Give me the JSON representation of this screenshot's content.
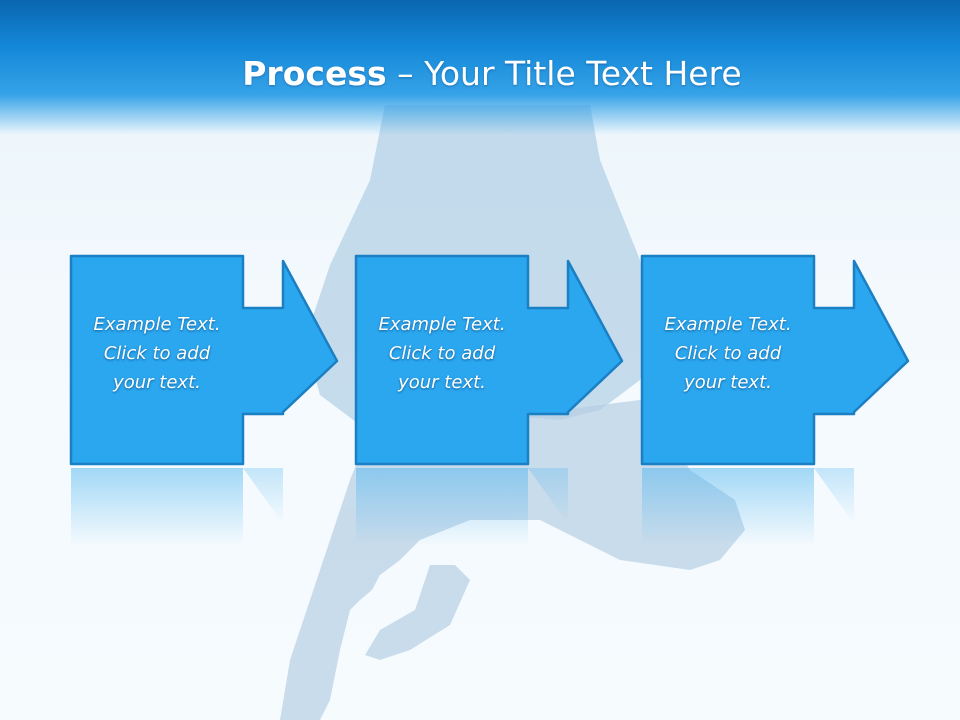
{
  "title": {
    "bold": "Process",
    "rest": " – Your Title Text Here"
  },
  "steps": [
    {
      "lines": [
        "Example Text.",
        "Click  to add",
        "your text."
      ]
    },
    {
      "lines": [
        "Example Text.",
        "Click  to add",
        "your text."
      ]
    },
    {
      "lines": [
        "Example Text.",
        "Click  to add",
        "your text."
      ]
    }
  ],
  "colors": {
    "header": "#1488d8",
    "box_fill": "#2aa7ef",
    "box_border": "#1b7fc4",
    "text": "#ffffff"
  }
}
